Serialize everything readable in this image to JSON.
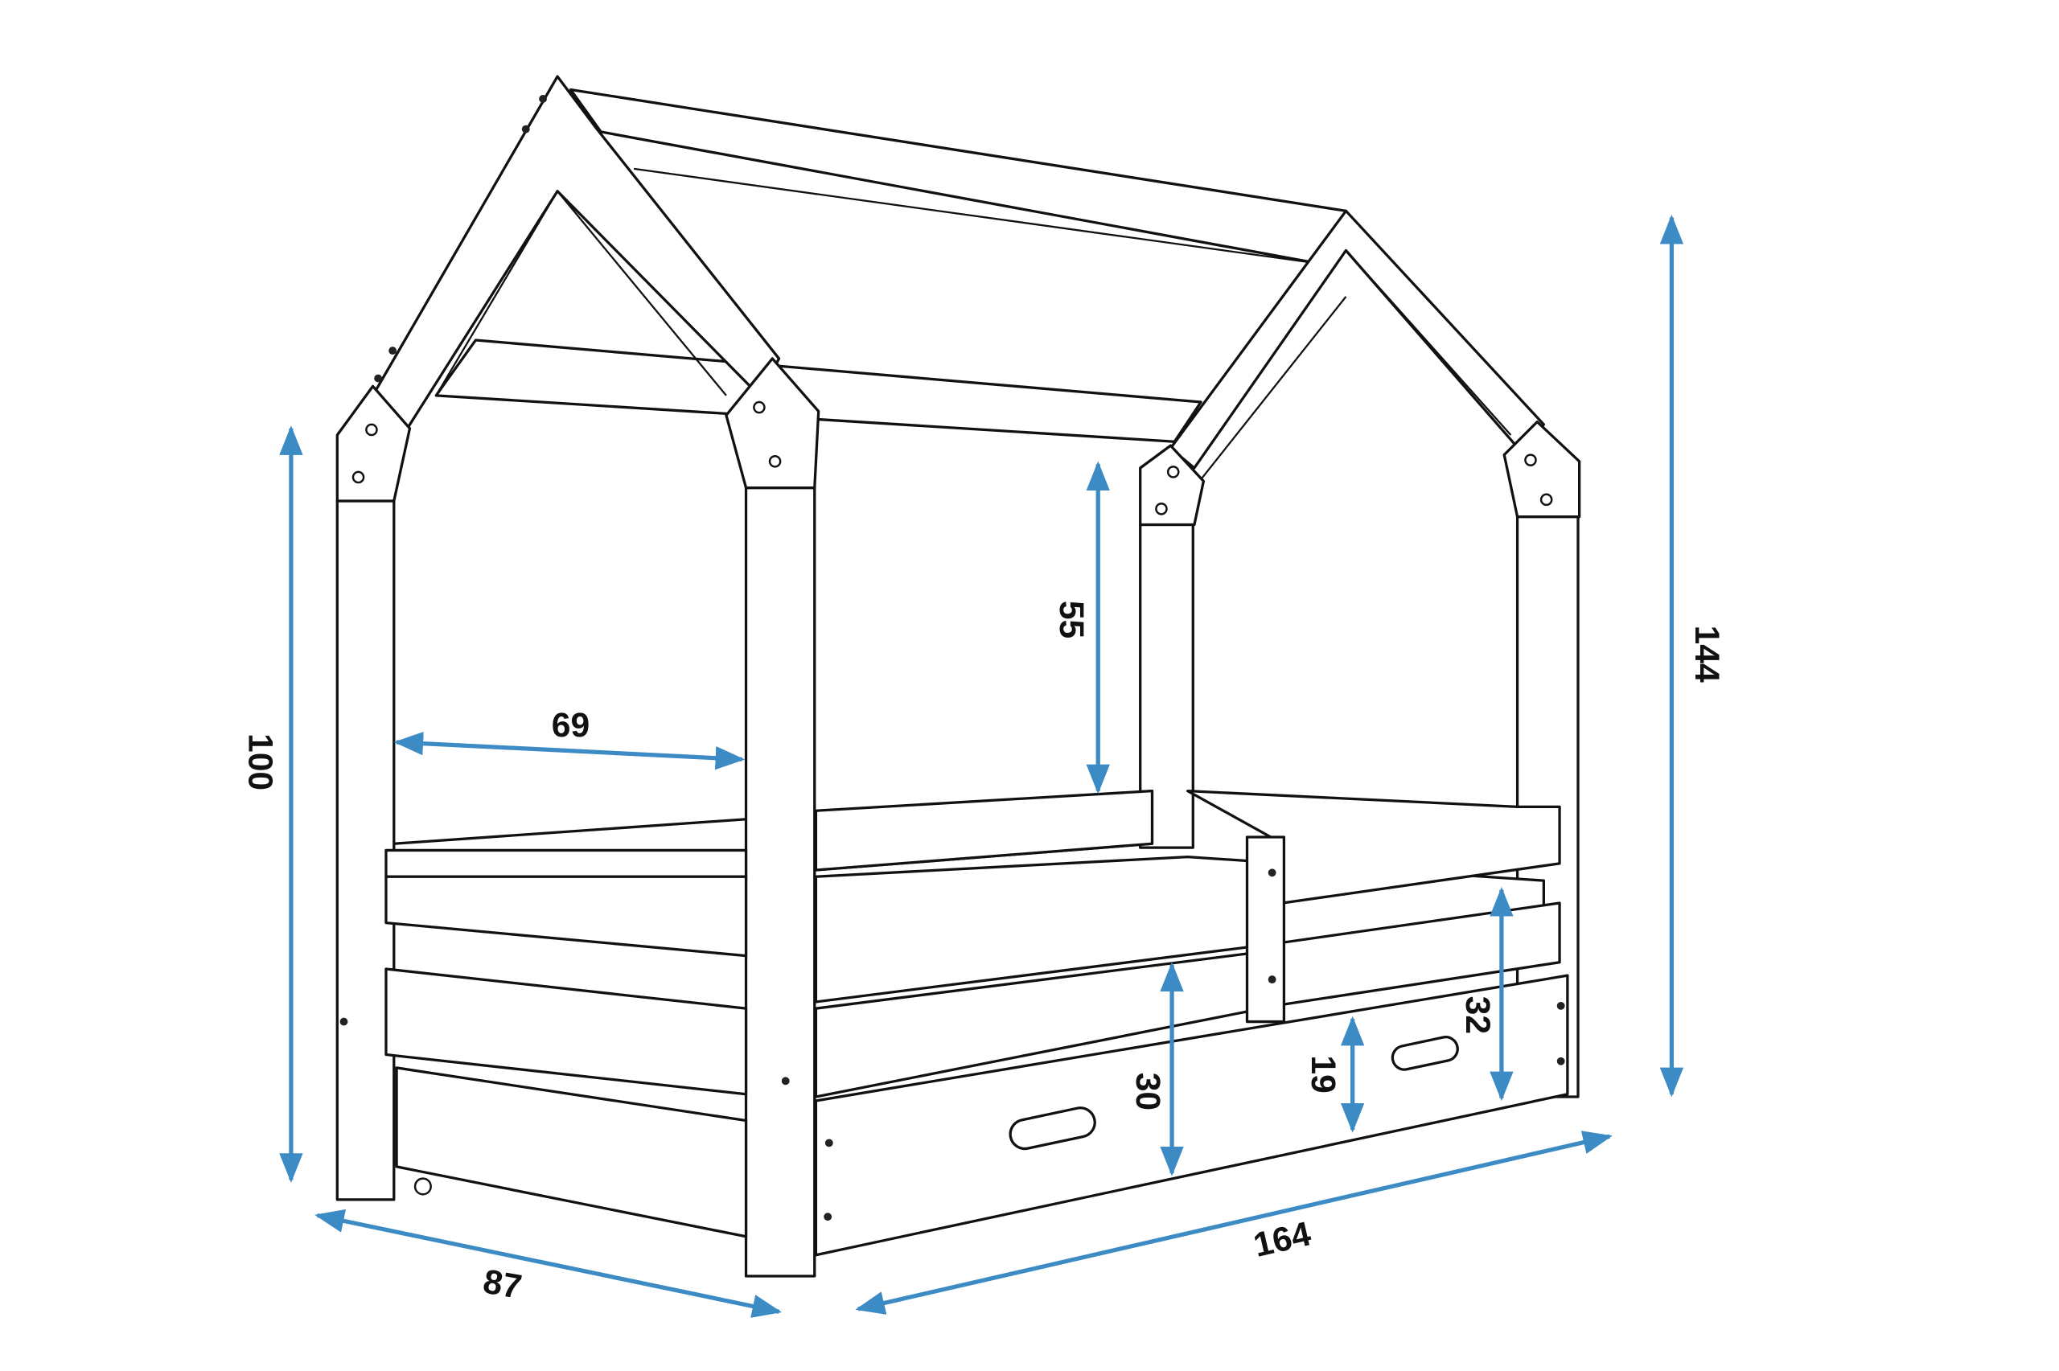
{
  "title": "House bed dimensions (cm)",
  "accent_color": "#3d8bc4",
  "dimensions": {
    "overall_height": "144",
    "post_height": "100",
    "inner_width": "69",
    "roof_clearance": "55",
    "guard_rail_height": "32",
    "drawer_height": "19",
    "frame_height": "30",
    "length": "164",
    "width": "87"
  }
}
